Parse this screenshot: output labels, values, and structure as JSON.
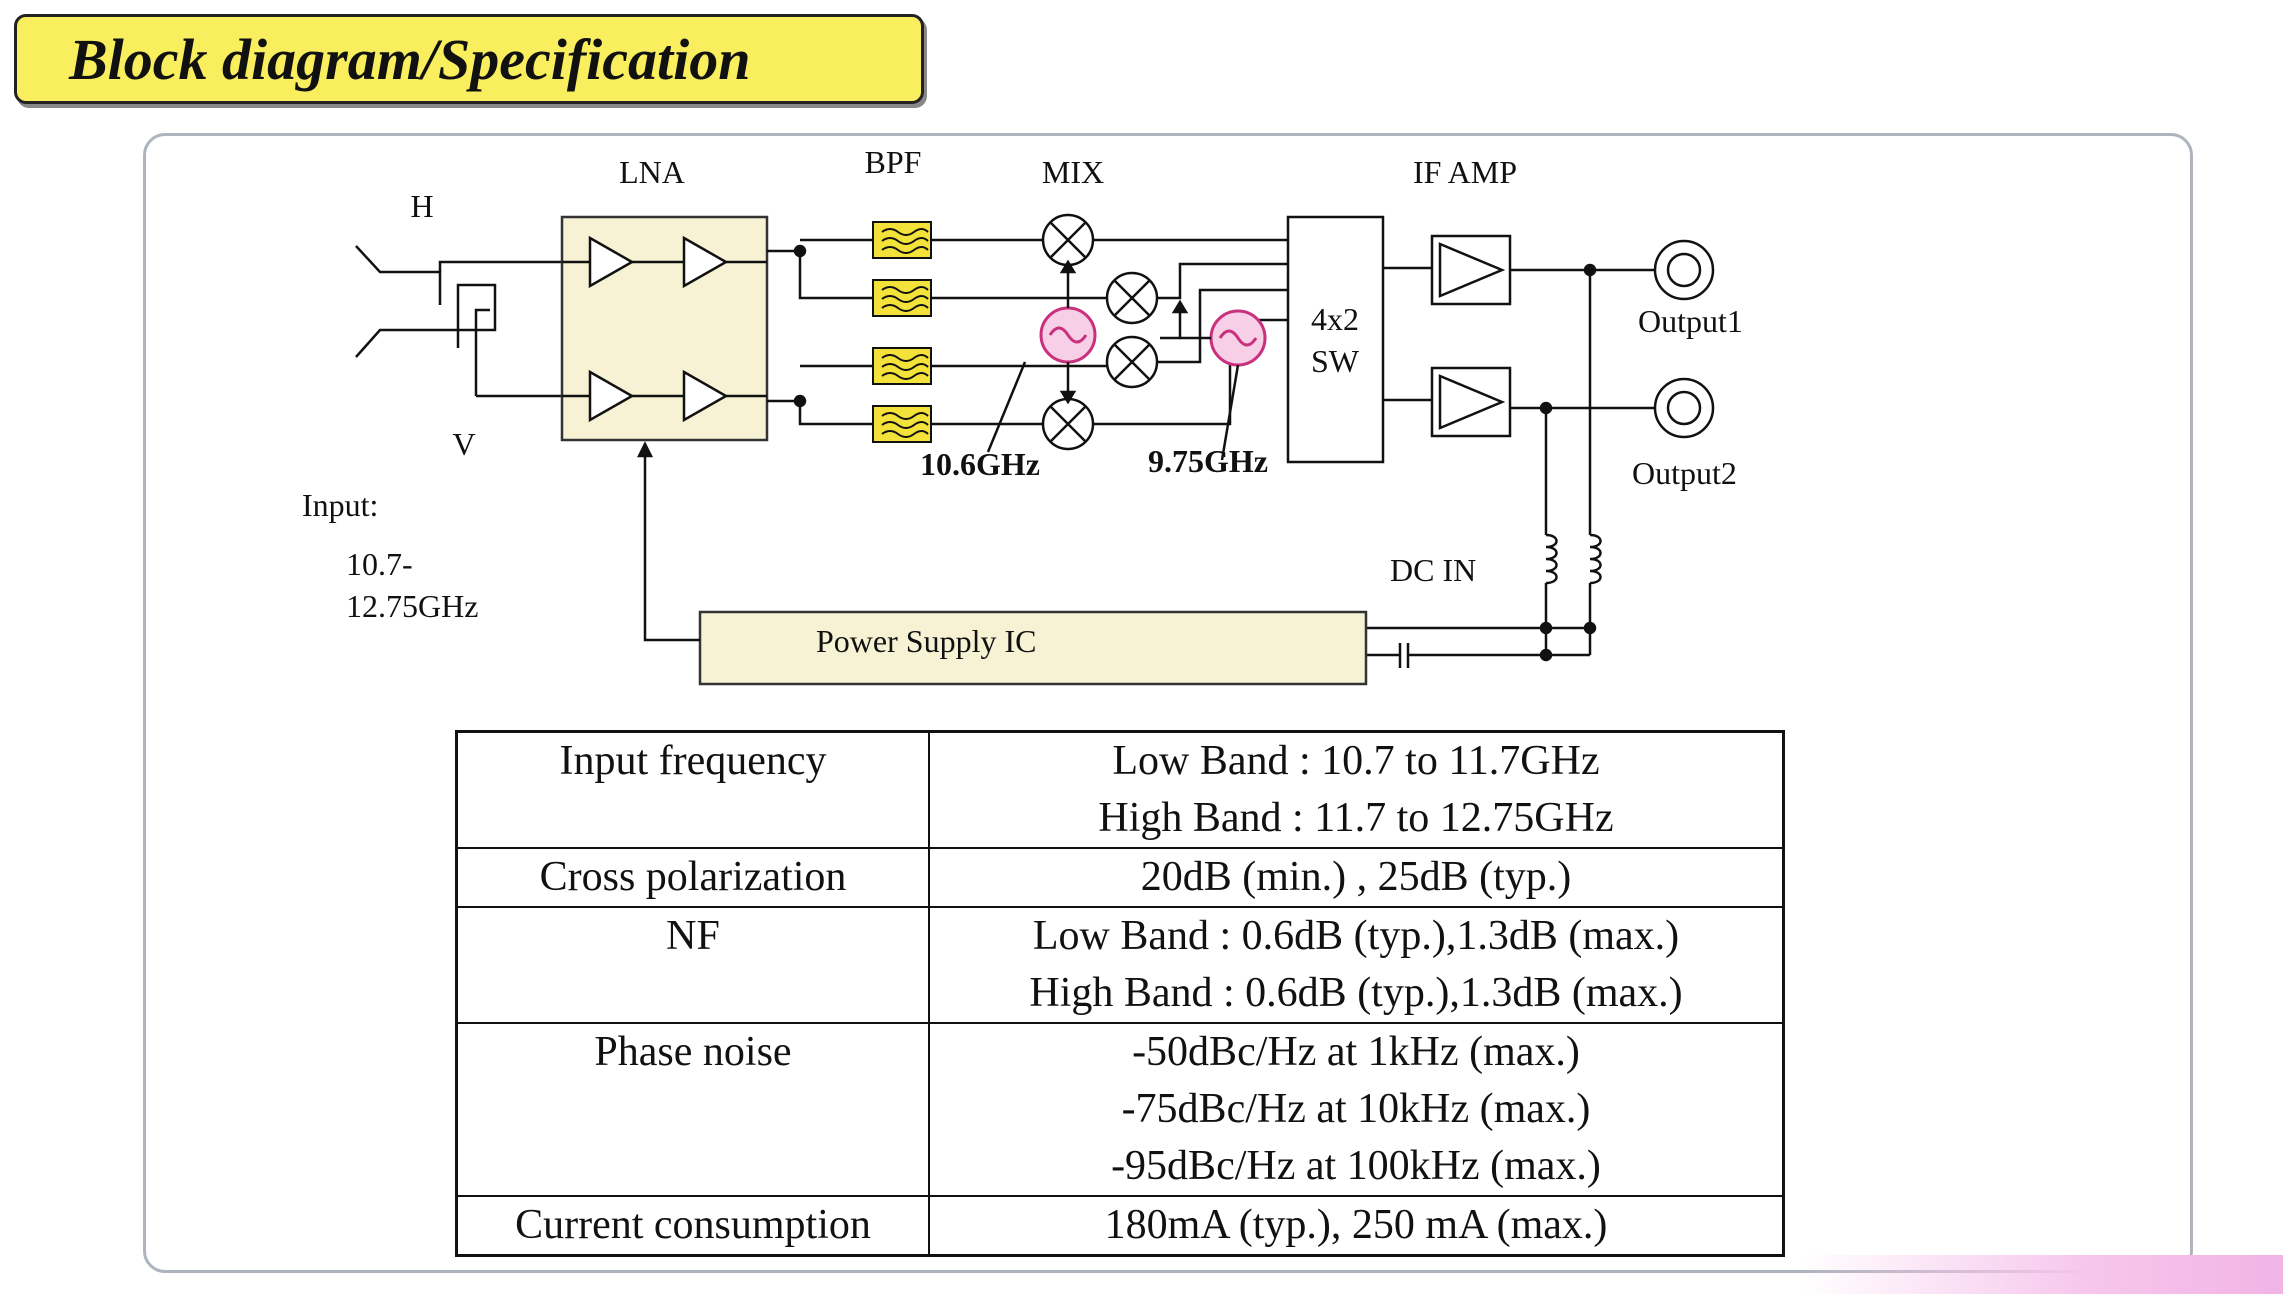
{
  "title": "Block diagram/Specification",
  "diagram": {
    "labels": {
      "lna": "LNA",
      "bpf": "BPF",
      "mix": "MIX",
      "if_amp": "IF AMP",
      "h": "H",
      "v": "V",
      "input_label": "Input:",
      "input_range_1": "10.7-",
      "input_range_2": "12.75GHz",
      "lo1": "10.6GHz",
      "lo2": "9.75GHz",
      "switch_1": "4x2",
      "switch_2": "SW",
      "output1": "Output1",
      "output2": "Output2",
      "dc_in": "DC IN",
      "power_supply": "Power Supply IC"
    }
  },
  "specs": {
    "rows": [
      {
        "parameter": "Input frequency",
        "values": [
          "Low Band : 10.7 to 11.7GHz",
          "High Band : 11.7 to 12.75GHz"
        ]
      },
      {
        "parameter": "Cross polarization",
        "values": [
          "20dB (min.) , 25dB (typ.)"
        ]
      },
      {
        "parameter": "NF",
        "values": [
          "Low Band : 0.6dB (typ.),1.3dB (max.)",
          "High Band : 0.6dB (typ.),1.3dB (max.)"
        ]
      },
      {
        "parameter": "Phase noise",
        "values": [
          "-50dBc/Hz at 1kHz (max.)",
          "-75dBc/Hz at 10kHz (max.)",
          "-95dBc/Hz at 100kHz (max.)"
        ]
      },
      {
        "parameter": "Current consumption",
        "values": [
          "180mA (typ.), 250 mA  (max.)"
        ]
      }
    ]
  },
  "colors": {
    "title_bg": "#f9ef5e",
    "lna_box": "#f6f2d3",
    "bpf_fill": "#f3e23a",
    "oscillator_fill": "#f7cfe6",
    "oscillator_stroke": "#c9307d"
  }
}
